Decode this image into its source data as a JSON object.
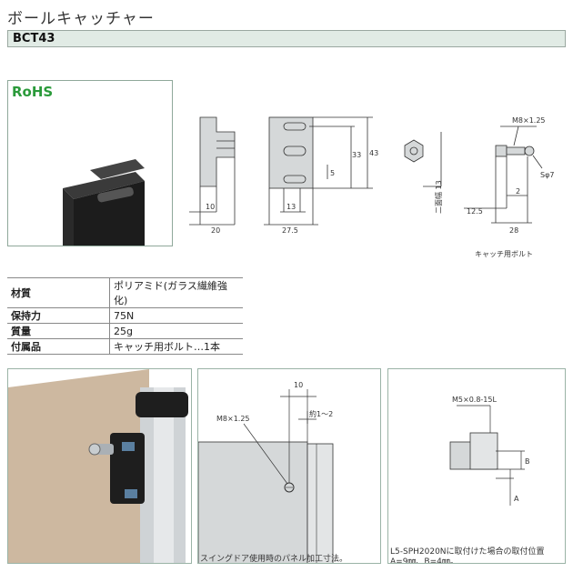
{
  "header": {
    "title": "ボールキャッチャー",
    "model": "BCT43"
  },
  "badge": {
    "rohs": "RoHS"
  },
  "drawing": {
    "dim_10": "10",
    "dim_20": "20",
    "dim_13": "13",
    "dim_27_5": "27.5",
    "dim_5": "5",
    "dim_33": "33",
    "dim_43": "43",
    "dim_width_across": "二面幅 13",
    "bolt_thread": "M8×1.25",
    "bolt_sphere": "Sφ7",
    "dim_2": "2",
    "dim_12_5": "12.5",
    "dim_28": "28",
    "bolt_caption": "キャッチ用ボルト"
  },
  "specs": [
    {
      "key": "材質",
      "value": "ポリアミド(ガラス繊維強化)"
    },
    {
      "key": "保持力",
      "value": "75N"
    },
    {
      "key": "質量",
      "value": "25g"
    },
    {
      "key": "付属品",
      "value": "キャッチ用ボルト…1本"
    }
  ],
  "panel2": {
    "dim_10": "10",
    "gap": "約1～2",
    "thread": "M8×1.25",
    "caption": "スイングドア使用時のパネル加工寸法。"
  },
  "panel3": {
    "screw": "M5×0.8-15L",
    "label_a": "A",
    "label_b": "B",
    "caption_line1": "L5-SPH2020Nに取付けた場合の取付位置",
    "caption_line2": "A=9㎜、B=4㎜。"
  },
  "colors": {
    "header_bar": "#e1ebe5",
    "rohs_green": "#2a9a3a",
    "panel_border": "#9ab3a6"
  }
}
